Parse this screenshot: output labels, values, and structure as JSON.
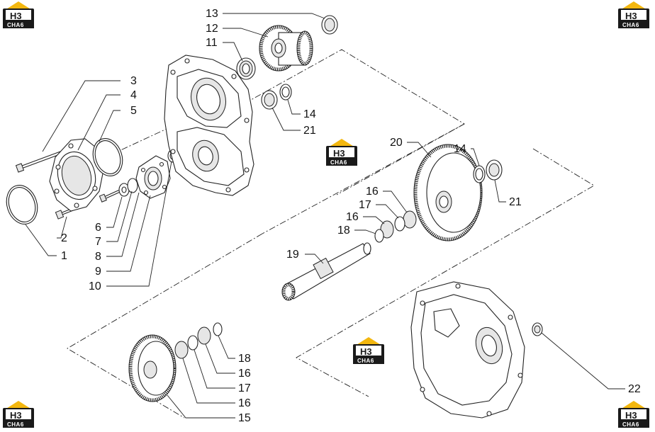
{
  "brand": {
    "mark": "H3",
    "sub": "CHA6",
    "colors": {
      "yellow": "#f3b70f",
      "dark": "#1a1a1a",
      "white": "#ffffff"
    }
  },
  "callouts": [
    "1",
    "2",
    "3",
    "4",
    "5",
    "6",
    "7",
    "8",
    "9",
    "10",
    "11",
    "12",
    "13",
    "14",
    "21",
    "20",
    "14",
    "21",
    "16",
    "17",
    "16",
    "18",
    "19",
    "18",
    "16",
    "17",
    "16",
    "15",
    "22"
  ]
}
